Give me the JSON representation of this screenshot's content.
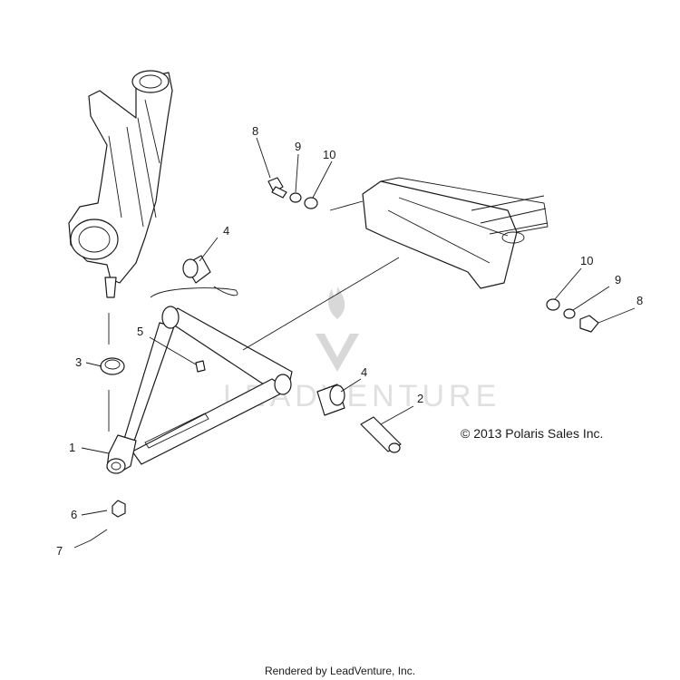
{
  "diagram": {
    "callouts": [
      "1",
      "2",
      "3",
      "4",
      "4",
      "5",
      "6",
      "7",
      "8",
      "8",
      "9",
      "9",
      "10",
      "10"
    ],
    "copyright": "© 2013 Polaris Sales Inc.",
    "watermark_text": "LEADVENTURE",
    "footer": "Rendered by LeadVenture, Inc."
  },
  "colors": {
    "line": "#1a1a1a",
    "watermark": "#d8d8d8",
    "background": "#ffffff"
  }
}
